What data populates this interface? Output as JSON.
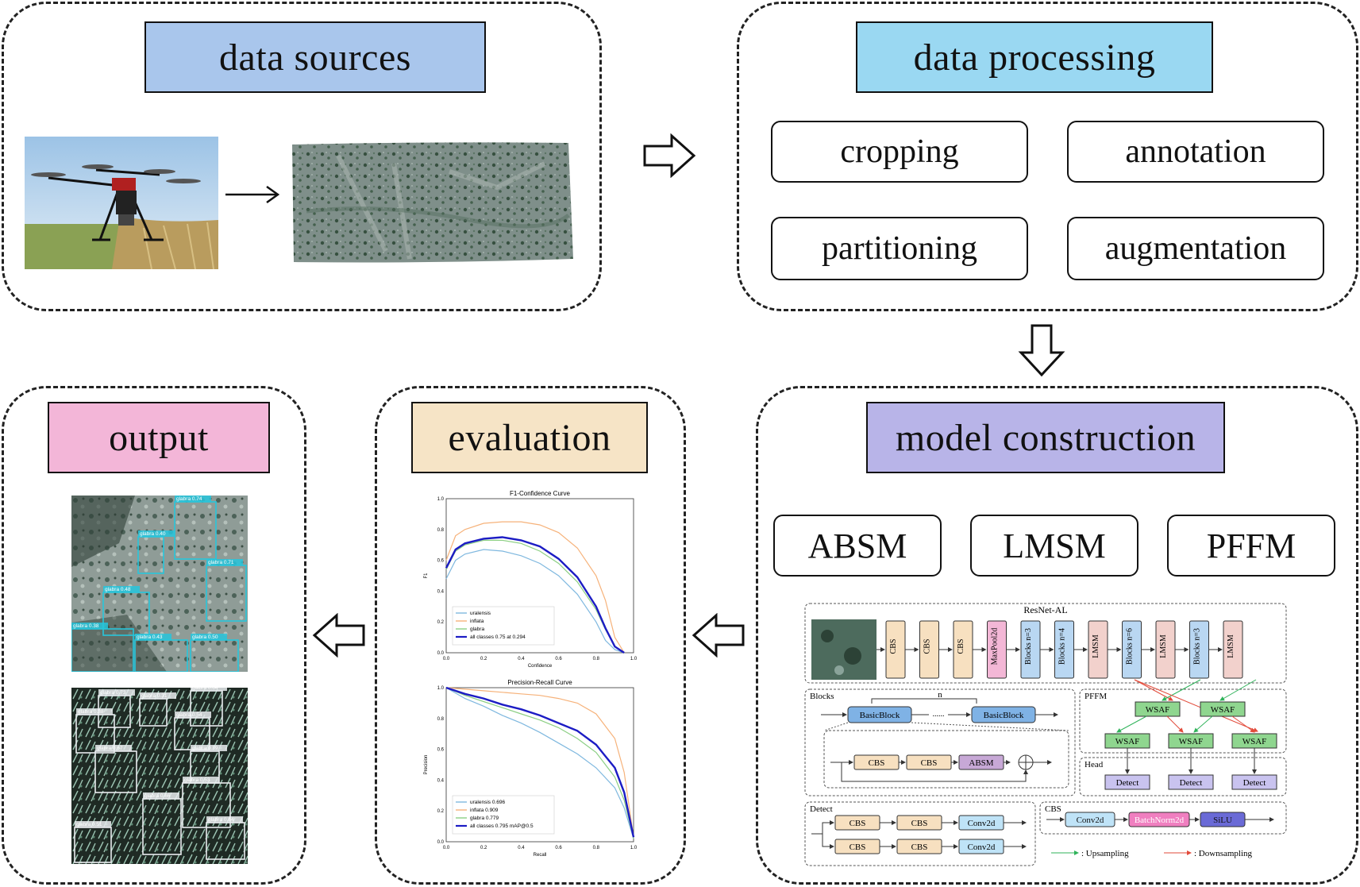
{
  "panels": {
    "data_sources": {
      "title": "data sources",
      "color": "#a9c6ec"
    },
    "data_processing": {
      "title": "data processing",
      "color": "#9ad8f2",
      "steps": [
        "cropping",
        "annotation",
        "partitioning",
        "augmentation"
      ]
    },
    "model_construction": {
      "title": "model construction",
      "color": "#b8b4e8",
      "modules": [
        "ABSM",
        "LMSM",
        "PFFM"
      ]
    },
    "evaluation": {
      "title": "evaluation",
      "color": "#f6e4c6"
    },
    "output": {
      "title": "output",
      "color": "#f3b6d8"
    }
  },
  "architecture": {
    "title": "ResNet-AL",
    "backbone": [
      "CBS",
      "CBS",
      "CBS",
      "MaxPool2d",
      "Blocks n=3",
      "Blocks n=4",
      "LMSM",
      "Blocks n=6",
      "LMSM",
      "Blocks n=3",
      "LMSM"
    ],
    "blocks_label": "Blocks",
    "n_label": "n",
    "basic_block": "BasicBlock",
    "dots": "......",
    "inner_chain": [
      "CBS",
      "CBS",
      "ABSM"
    ],
    "pffm_label": "PFFM",
    "wsaf": "WSAF",
    "head_label": "Head",
    "detect": "Detect",
    "detect_label": "Detect",
    "detect_chain": [
      "CBS",
      "CBS",
      "Conv2d"
    ],
    "cbs_label": "CBS",
    "cbs_chain": [
      "Conv2d",
      "BatchNorm2d",
      "SiLU"
    ],
    "legend_up": ": Upsampling",
    "legend_down": ": Downsampling",
    "colors": {
      "cbs": "#f7e0c0",
      "pool": "#f3b7d6",
      "blocks": "#b9d7f2",
      "lmsm": "#f2d1cc",
      "wsaf": "#8fd68f",
      "detect": "#c9c3ef",
      "basic": "#7fb2e5",
      "absm": "#c7a8d6",
      "conv": "#bfe3f7",
      "bn": "#f07fc0",
      "silu": "#6a6ad6"
    }
  },
  "f1_chart": {
    "title": "F1-Confidence Curve",
    "xlabel": "Confidence",
    "ylabel": "F1",
    "ticks": [
      "0.0",
      "0.2",
      "0.4",
      "0.6",
      "0.8",
      "1.0"
    ],
    "legend": [
      "uralensis",
      "inflata",
      "glabra",
      "all classes 0.75 at 0.294"
    ],
    "colors": [
      "#7fb8df",
      "#f6b27a",
      "#8ccf84",
      "#1c1cc4"
    ]
  },
  "pr_chart": {
    "title": "Precision-Recall Curve",
    "xlabel": "Recall",
    "ylabel": "Precision",
    "ticks": [
      "0.0",
      "0.2",
      "0.4",
      "0.6",
      "0.8",
      "1.0"
    ],
    "legend": [
      "uralensis 0.696",
      "inflata 0.909",
      "glabra 0.779",
      "all classes 0.795 mAP@0.5"
    ],
    "colors": [
      "#7fb8df",
      "#f6b27a",
      "#8ccf84",
      "#1c1cc4"
    ]
  },
  "chart_data": [
    {
      "type": "line",
      "title": "F1-Confidence Curve",
      "xlabel": "Confidence",
      "ylabel": "F1",
      "xlim": [
        0,
        1
      ],
      "ylim": [
        0,
        1
      ],
      "x": [
        0.0,
        0.05,
        0.1,
        0.2,
        0.3,
        0.4,
        0.5,
        0.6,
        0.7,
        0.8,
        0.85,
        0.9,
        0.95
      ],
      "series": [
        {
          "name": "uralensis",
          "values": [
            0.48,
            0.6,
            0.64,
            0.67,
            0.66,
            0.63,
            0.58,
            0.5,
            0.38,
            0.2,
            0.08,
            0.02,
            0.0
          ]
        },
        {
          "name": "inflata",
          "values": [
            0.6,
            0.76,
            0.8,
            0.84,
            0.85,
            0.85,
            0.83,
            0.78,
            0.68,
            0.5,
            0.34,
            0.1,
            0.0
          ]
        },
        {
          "name": "glabra",
          "values": [
            0.54,
            0.66,
            0.7,
            0.73,
            0.73,
            0.71,
            0.66,
            0.58,
            0.46,
            0.28,
            0.15,
            0.04,
            0.0
          ]
        },
        {
          "name": "all classes 0.75 at 0.294",
          "values": [
            0.55,
            0.67,
            0.71,
            0.74,
            0.75,
            0.73,
            0.69,
            0.61,
            0.49,
            0.3,
            0.16,
            0.04,
            0.0
          ]
        }
      ]
    },
    {
      "type": "line",
      "title": "Precision-Recall Curve",
      "xlabel": "Recall",
      "ylabel": "Precision",
      "xlim": [
        0,
        1
      ],
      "ylim": [
        0,
        1
      ],
      "x": [
        0.0,
        0.1,
        0.2,
        0.3,
        0.4,
        0.5,
        0.6,
        0.7,
        0.8,
        0.9,
        0.95,
        1.0
      ],
      "series": [
        {
          "name": "uralensis 0.696",
          "values": [
            1.0,
            0.93,
            0.88,
            0.82,
            0.77,
            0.71,
            0.64,
            0.57,
            0.48,
            0.35,
            0.22,
            0.02
          ]
        },
        {
          "name": "inflata 0.909",
          "values": [
            1.0,
            0.99,
            0.98,
            0.97,
            0.96,
            0.95,
            0.93,
            0.9,
            0.83,
            0.67,
            0.45,
            0.03
          ]
        },
        {
          "name": "glabra 0.779",
          "values": [
            1.0,
            0.95,
            0.91,
            0.87,
            0.83,
            0.79,
            0.74,
            0.67,
            0.58,
            0.42,
            0.27,
            0.02
          ]
        },
        {
          "name": "all classes 0.795 mAP@0.5",
          "values": [
            1.0,
            0.96,
            0.93,
            0.89,
            0.86,
            0.82,
            0.77,
            0.72,
            0.63,
            0.48,
            0.32,
            0.03
          ]
        }
      ]
    }
  ],
  "detections_top": [
    "glabra 0.74",
    "glabra 0.40",
    "glabra 0.71",
    "glabra 0.48",
    "glabra 0.38",
    "glabra 0.43",
    "glabra 0.50"
  ],
  "detections_bottom": [
    "glabra 0.73",
    "glabra 0.31",
    "glabra 0.64",
    "glabra 0.54",
    "glabra 0.38",
    "glabra 0.67",
    "glabra 0.39",
    "glabra 0.53",
    "glabra 0.66",
    "glabra 0.64",
    "glabra 0.51"
  ]
}
